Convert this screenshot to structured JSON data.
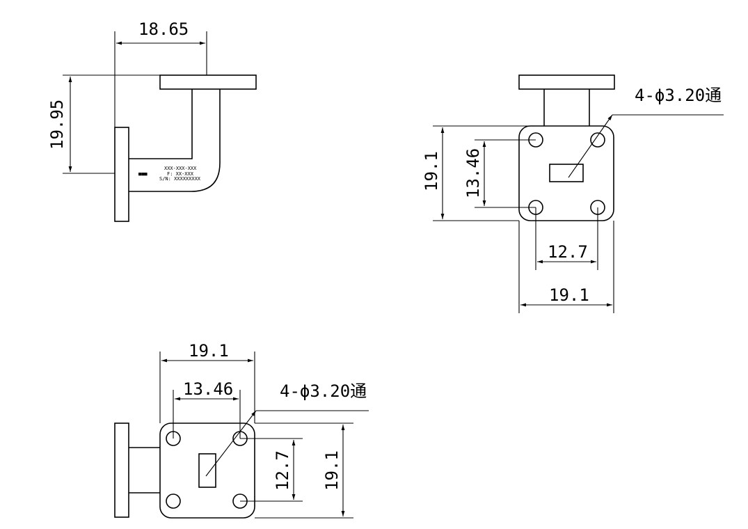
{
  "views": {
    "side": {
      "width_dim": "18.65",
      "height_dim": "19.95",
      "marking": {
        "logo": "■■■",
        "line1": "XXX-XXX-XXX",
        "line2": "F: XX-XXX",
        "line3": "S/N: XXXXXXXXX"
      }
    },
    "front": {
      "outer_height": "19.1",
      "hole_vertical": "13.46",
      "hole_horizontal": "12.7",
      "outer_width": "19.1",
      "hole_note": "4-ϕ3.20通"
    },
    "bottom": {
      "outer_width": "19.1",
      "hole_horizontal": "13.46",
      "hole_note": "4-ϕ3.20通",
      "hole_vertical": "12.7",
      "outer_height": "19.1"
    }
  }
}
